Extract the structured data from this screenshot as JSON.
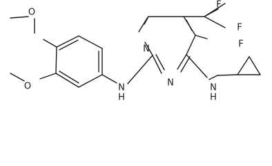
{
  "atoms": {
    "n_top": "N",
    "n_bottom": "N",
    "nh_left": "N",
    "h_left": "H",
    "nh_right": "N",
    "h_right": "H",
    "f1": "F",
    "f2": "F",
    "f3": "F",
    "o_top": "O",
    "o_bottom": "O"
  }
}
